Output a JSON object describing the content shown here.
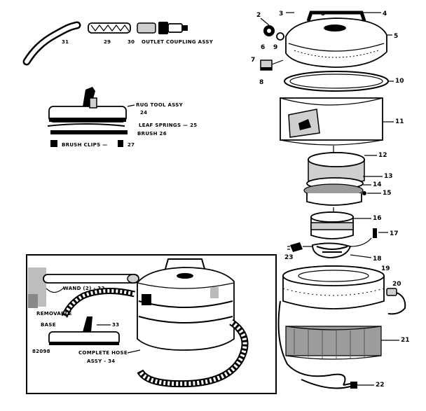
{
  "parts": {
    "p2": "2",
    "p3": "3",
    "p3b": "3",
    "p4": "4",
    "p5": "5",
    "p6": "6",
    "p7": "7",
    "p8": "8",
    "p9": "9",
    "p10": "10",
    "p11": "11",
    "p12": "12",
    "p13": "13",
    "p14": "14",
    "p15": "15",
    "p16": "16",
    "p17": "17",
    "p18": "18",
    "p19": "19",
    "p20": "20",
    "p21": "21",
    "p22": "22",
    "p23": "23"
  },
  "labels": {
    "hose_num": "31",
    "n29": "29",
    "n30": "30",
    "outlet": "OUTLET COUPLING ASSY",
    "rug_tool": "RUG TOOL ASSY",
    "rug_tool_num": "24",
    "leaf": "LEAF SPRINGS — 25",
    "brush": "BRUSH 26",
    "clips": "BRUSH CLIPS —",
    "clips_num": "27"
  },
  "inset": {
    "wand": "WAND (2) - 32",
    "removable": "REMOVABLE",
    "base": "BASE",
    "n33": "33",
    "complete_hose": "COMPLETE HOSE",
    "assy": "ASSY - 34",
    "model": "82098"
  }
}
